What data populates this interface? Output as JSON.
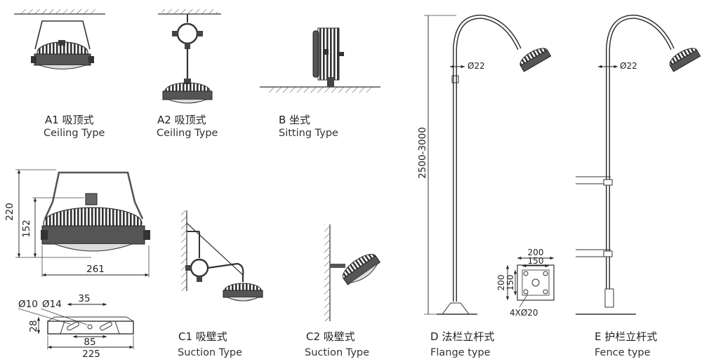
{
  "captions": {
    "a1": {
      "code": "A1 吸顶式",
      "type": "Ceiling  Type"
    },
    "a2": {
      "code": "A2 吸顶式",
      "type": "Ceiling  Type"
    },
    "b": {
      "code": "B 坐式",
      "type": "Sitting  Type"
    },
    "c1": {
      "code": "C1 吸壁式",
      "type": "Suction Type"
    },
    "c2": {
      "code": "C2 吸壁式",
      "type": "Suction Type"
    },
    "d": {
      "code": "D 法栏立杆式",
      "type": "Flange type"
    },
    "e": {
      "code": "E 护栏立杆式",
      "type": "Fence type"
    }
  },
  "dimensions": {
    "height_total": "220",
    "height_body": "152",
    "width": "261",
    "hole_small": "Ø10",
    "hole_large": "Ø14",
    "bracket_spacing": "35",
    "bracket_height": "28",
    "bracket_inner": "85",
    "bracket_length": "225",
    "pole_height": "2500-3000",
    "pole_diameter_d": "Ø22",
    "pole_diameter_e": "Ø22",
    "flange_outer": "200",
    "flange_inner": "150",
    "flange_outer_v": "200",
    "flange_inner_v": "150",
    "flange_holes": "4XØ20"
  }
}
